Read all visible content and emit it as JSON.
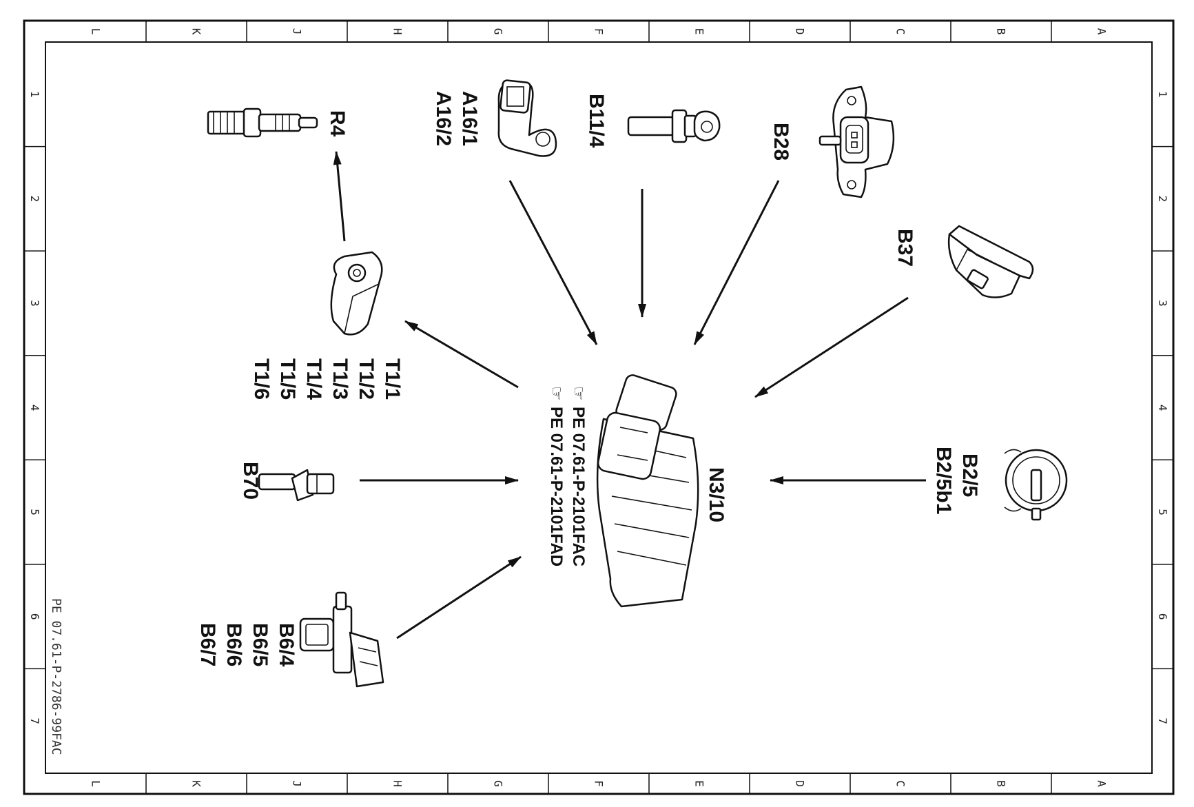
{
  "zones": {
    "columns": [
      "L",
      "K",
      "J",
      "H",
      "G",
      "F",
      "E",
      "D",
      "C",
      "B",
      "A"
    ],
    "rows": [
      "1",
      "2",
      "3",
      "4",
      "5",
      "6",
      "7"
    ]
  },
  "components": {
    "ecu": [
      "N3/10"
    ],
    "spark_plug": [
      "R4"
    ],
    "ignition_coil": [
      "T1/1",
      "T1/2",
      "T1/3",
      "T1/4",
      "T1/5",
      "T1/6"
    ],
    "knock_sensor": [
      "A16/1",
      "A16/2"
    ],
    "coolant_temp_sensor": [
      "B11/4"
    ],
    "pressure_sensor": [
      "B28"
    ],
    "accelerator_pedal_sensor": [
      "B37"
    ],
    "crank_sensor": [
      "B70"
    ],
    "camshaft_sensor": [
      "B6/4",
      "B6/5",
      "B6/6",
      "B6/7"
    ],
    "air_mass_sensor": [
      "B2/5",
      "B2/5b1"
    ]
  },
  "references": [
    "PE 07.61-P-2101FAC",
    "PE 07.61-P-2101FAD"
  ],
  "doc_id": "PE 07.61-P-2786-99FAC"
}
